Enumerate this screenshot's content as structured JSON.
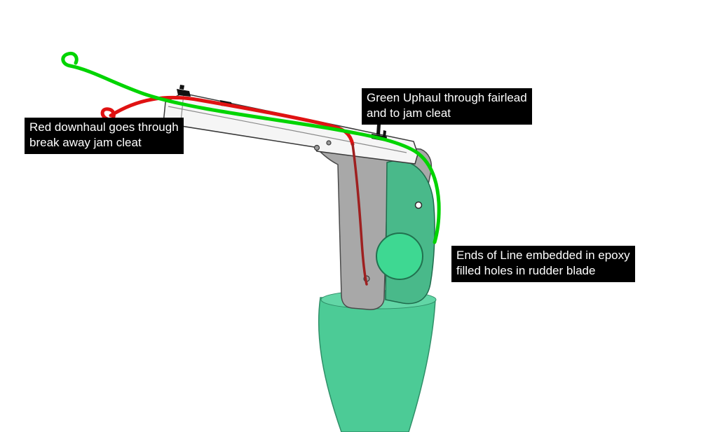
{
  "annotations": {
    "downhaul": {
      "lines": [
        "Red downhaul goes through",
        "break away jam cleat"
      ]
    },
    "uphaul": {
      "lines": [
        "Green Uphaul through fairlead",
        "and to jam cleat"
      ]
    },
    "epoxy": {
      "lines": [
        "Ends of Line embedded in epoxy",
        "filled holes in rudder blade"
      ]
    }
  },
  "colors": {
    "uphaul_line": "#00d400",
    "downhaul_line": "#e01212",
    "downhaul_line_shaded": "#9e2020",
    "blade_green": "#4ccb96",
    "blade_green_dark": "#49b98a",
    "blade_green_light": "#62d6a6",
    "epoxy_hole_green": "#3ed892",
    "housing_gray": "#a8a8a8",
    "arm_white": "#f5f5f5",
    "outline": "#2f8f68",
    "label_bg": "#000000",
    "label_text": "#ffffff"
  },
  "parts": [
    "rudder-blade",
    "rudder-head-housing",
    "tiller-arm",
    "jam-cleats",
    "fairlead",
    "uphaul-line",
    "downhaul-line",
    "epoxy-filled-hole"
  ]
}
